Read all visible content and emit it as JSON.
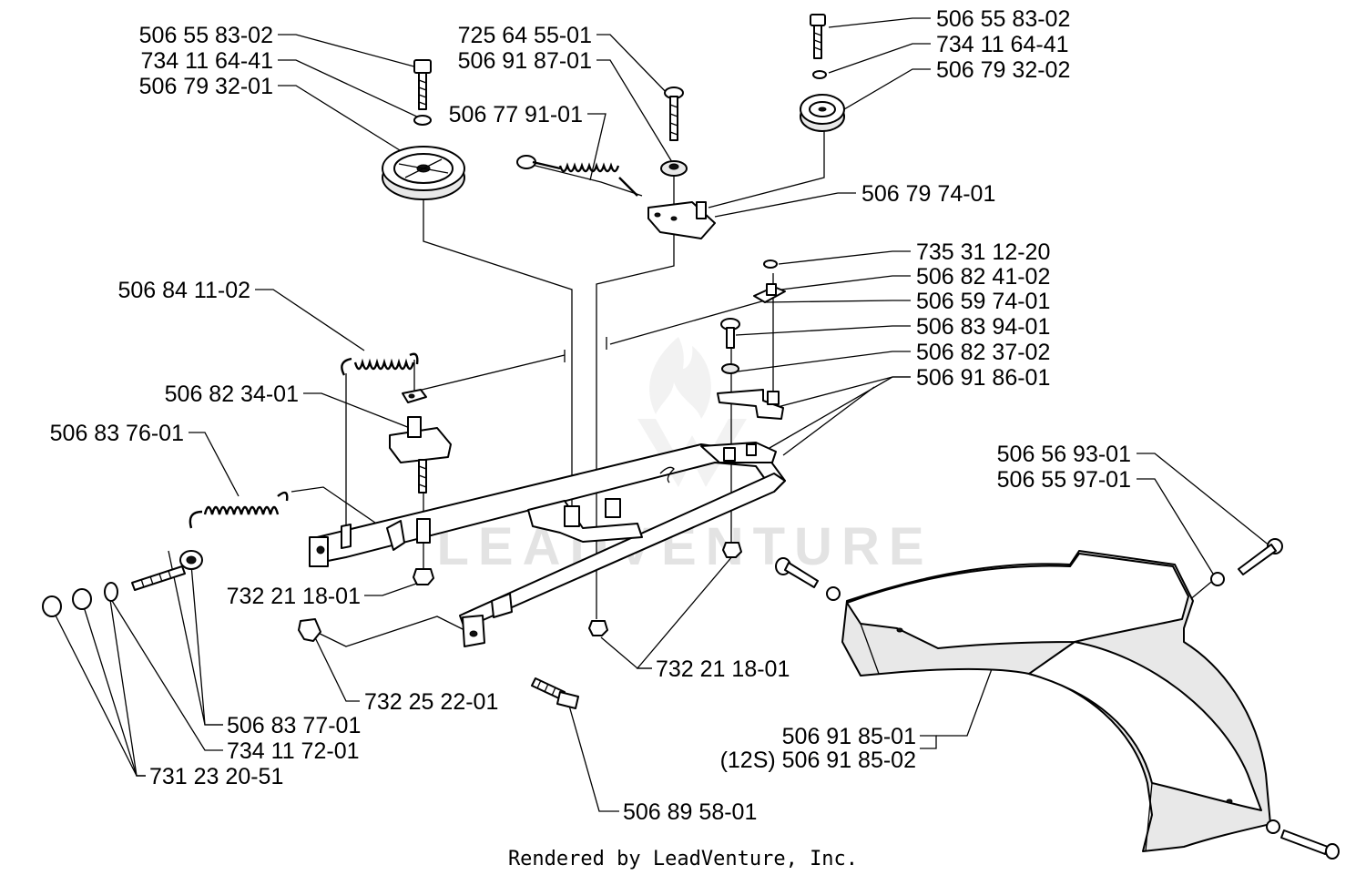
{
  "watermark": {
    "text": "LEADVENTURE"
  },
  "footer": {
    "text": "Rendered by LeadVenture, Inc."
  },
  "callouts": [
    {
      "id": "lbl-01",
      "text": "506 55 83-02"
    },
    {
      "id": "lbl-02",
      "text": "734 11 64-41"
    },
    {
      "id": "lbl-03",
      "text": "506 79 32-01"
    },
    {
      "id": "lbl-04",
      "text": "725 64 55-01"
    },
    {
      "id": "lbl-05",
      "text": "506 91 87-01"
    },
    {
      "id": "lbl-06",
      "text": "506 77 91-01"
    },
    {
      "id": "lbl-07",
      "text": "506 55 83-02"
    },
    {
      "id": "lbl-08",
      "text": "734 11 64-41"
    },
    {
      "id": "lbl-09",
      "text": "506 79 32-02"
    },
    {
      "id": "lbl-10",
      "text": "506 79 74-01"
    },
    {
      "id": "lbl-11",
      "text": "735 31 12-20"
    },
    {
      "id": "lbl-12",
      "text": "506 82 41-02"
    },
    {
      "id": "lbl-13",
      "text": "506 59 74-01"
    },
    {
      "id": "lbl-14",
      "text": "506 83 94-01"
    },
    {
      "id": "lbl-15",
      "text": "506 82 37-02"
    },
    {
      "id": "lbl-16",
      "text": "506 91 86-01"
    },
    {
      "id": "lbl-17",
      "text": "506 84 11-02"
    },
    {
      "id": "lbl-18",
      "text": "506 82 34-01"
    },
    {
      "id": "lbl-19",
      "text": "506 83 76-01"
    },
    {
      "id": "lbl-20",
      "text": "506 56 93-01"
    },
    {
      "id": "lbl-21",
      "text": "506 55 97-01"
    },
    {
      "id": "lbl-22",
      "text": "732 21 18-01"
    },
    {
      "id": "lbl-23",
      "text": "732 21 18-01"
    },
    {
      "id": "lbl-24",
      "text": "732 25 22-01"
    },
    {
      "id": "lbl-25",
      "text": "506 83 77-01"
    },
    {
      "id": "lbl-26",
      "text": "734 11 72-01"
    },
    {
      "id": "lbl-27",
      "text": "731 23 20-51"
    },
    {
      "id": "lbl-28",
      "text": "506 91 85-01"
    },
    {
      "id": "lbl-29",
      "text": "(12S) 506 91 85-02"
    },
    {
      "id": "lbl-30",
      "text": "506 89 58-01"
    }
  ]
}
